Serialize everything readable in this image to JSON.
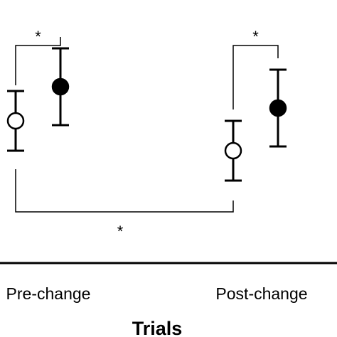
{
  "chart_data": {
    "type": "scatter",
    "xlabel": "Trials",
    "ylabel": "",
    "categories": [
      "Pre-change",
      "Post-change"
    ],
    "series": [
      {
        "style": "open-circle",
        "values": [
          0.6,
          0.25
        ],
        "error": [
          0.35,
          0.35
        ]
      },
      {
        "style": "filled-circle",
        "values": [
          1.0,
          0.75
        ],
        "error": [
          0.45,
          0.45
        ]
      }
    ],
    "significance": [
      {
        "between": "open vs filled, Pre-change",
        "label": "*"
      },
      {
        "between": "open vs filled, Post-change",
        "label": "*"
      },
      {
        "between": "open Pre-change vs open Post-change",
        "label": "*"
      }
    ],
    "grid": false,
    "legend": "none",
    "colors": {
      "open_fill": "#ffffff",
      "filled_fill": "#000000",
      "stroke": "#000000"
    }
  }
}
